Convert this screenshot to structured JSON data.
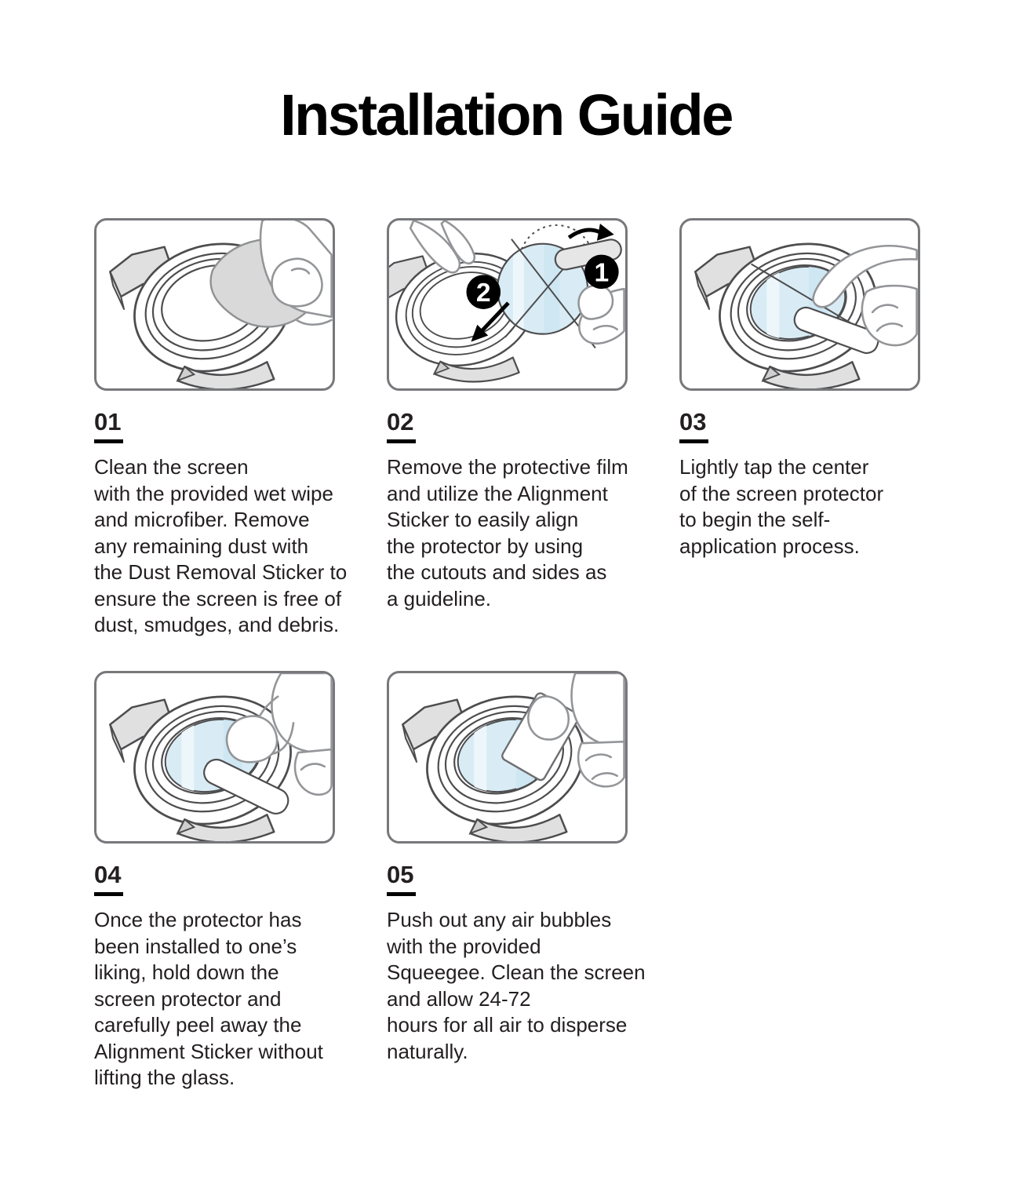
{
  "page": {
    "title": "Installation Guide"
  },
  "colors": {
    "text": "#231f20",
    "panel_border": "#77787b",
    "watch_line": "#4d4d4f",
    "hand_line": "#939598",
    "gray_fill": "#e0e0e1",
    "cloth_fill": "#d9d9da",
    "protector_blue": "#d9ecf5",
    "protector_stripe_light": "#edf7fb",
    "protector_stripe_dark": "#cfe7f2",
    "badge_bg": "#000000",
    "badge_text": "#ffffff"
  },
  "steps": [
    {
      "number": "01",
      "illustration": "clean-screen-with-wipe",
      "description": "Clean the screen\nwith the provided wet wipe\nand microfiber. Remove\nany remaining dust with\nthe Dust Removal Sticker to\nensure the screen is free of\ndust, smudges, and debris."
    },
    {
      "number": "02",
      "illustration": "remove-film-use-alignment-sticker",
      "badges": [
        "1",
        "2"
      ],
      "description": "Remove the protective film\nand utilize the Alignment\nSticker to easily align\nthe protector by using\nthe cutouts and sides as\na guideline."
    },
    {
      "number": "03",
      "illustration": "tap-center-of-protector",
      "description": "Lightly tap the center\nof the screen protector\nto begin the self-\napplication process."
    },
    {
      "number": "04",
      "illustration": "peel-away-alignment-sticker",
      "description": "Once the protector has\nbeen installed to one’s\nliking, hold down the\nscreen protector and\ncarefully peel away the\nAlignment Sticker without\nlifting the glass."
    },
    {
      "number": "05",
      "illustration": "squeegee-out-air-bubbles",
      "description": "Push out any air bubbles\nwith the provided\nSqueegee. Clean the screen\nand allow 24-72\nhours for all air to disperse\nnaturally."
    }
  ]
}
